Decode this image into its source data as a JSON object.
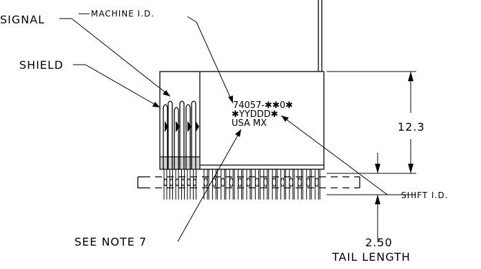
{
  "labels": {
    "signal": "SIGNAL",
    "machine_id": "MACHINE I.D.",
    "shield": "SHIELD",
    "shift_id": "SHIFT I.D.",
    "see_note": "SEE NOTE 7",
    "tail_length": "TAIL LENGTH"
  },
  "marking": {
    "line1": "74057-✱✱0✱",
    "line2": "✱YYDDD✱",
    "line3": "USA MX"
  },
  "dimensions": {
    "height": "12.3",
    "tail": "2.50"
  }
}
